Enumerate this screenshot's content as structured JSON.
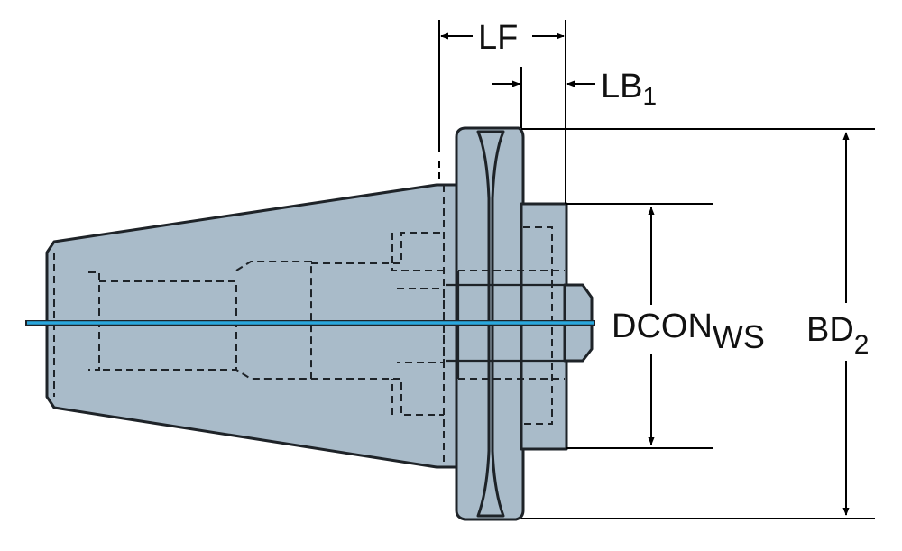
{
  "colors": {
    "body_fill": "#a9bbc9",
    "outline": "#1e2328",
    "hidden_line": "#1e2328",
    "centerline": "#2aa7dd",
    "dimension_line": "#000000"
  },
  "labels": {
    "lf": {
      "main": "LF",
      "sub": ""
    },
    "lb1": {
      "main": "LB",
      "sub": "1"
    },
    "dcon": {
      "main": "DCON",
      "sub": "WS"
    },
    "bd2": {
      "main": "BD",
      "sub": "2"
    }
  }
}
